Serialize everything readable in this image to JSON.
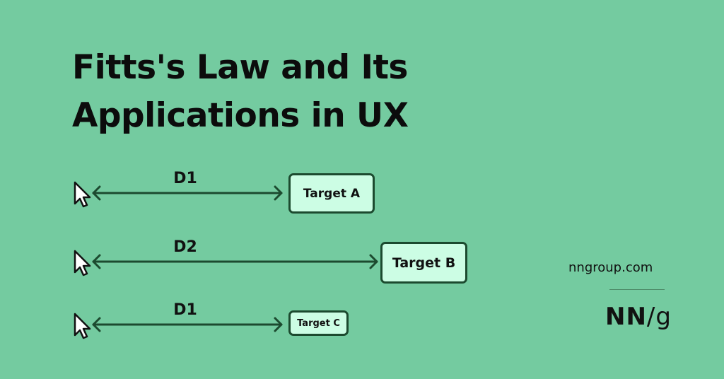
{
  "title": {
    "line1": "Fitts's Law and Its",
    "line2": "Applications in UX"
  },
  "rows": [
    {
      "distance_label": "D1",
      "target_label": "Target A"
    },
    {
      "distance_label": "D2",
      "target_label": "Target B"
    },
    {
      "distance_label": "D1",
      "target_label": "Target C"
    }
  ],
  "footer": {
    "site": "nngroup.com",
    "logo_bold": "NN",
    "logo_rest": "/g"
  },
  "colors": {
    "background": "#74cba0",
    "target_fill": "#ccfde4",
    "line": "#1c4a2f"
  }
}
